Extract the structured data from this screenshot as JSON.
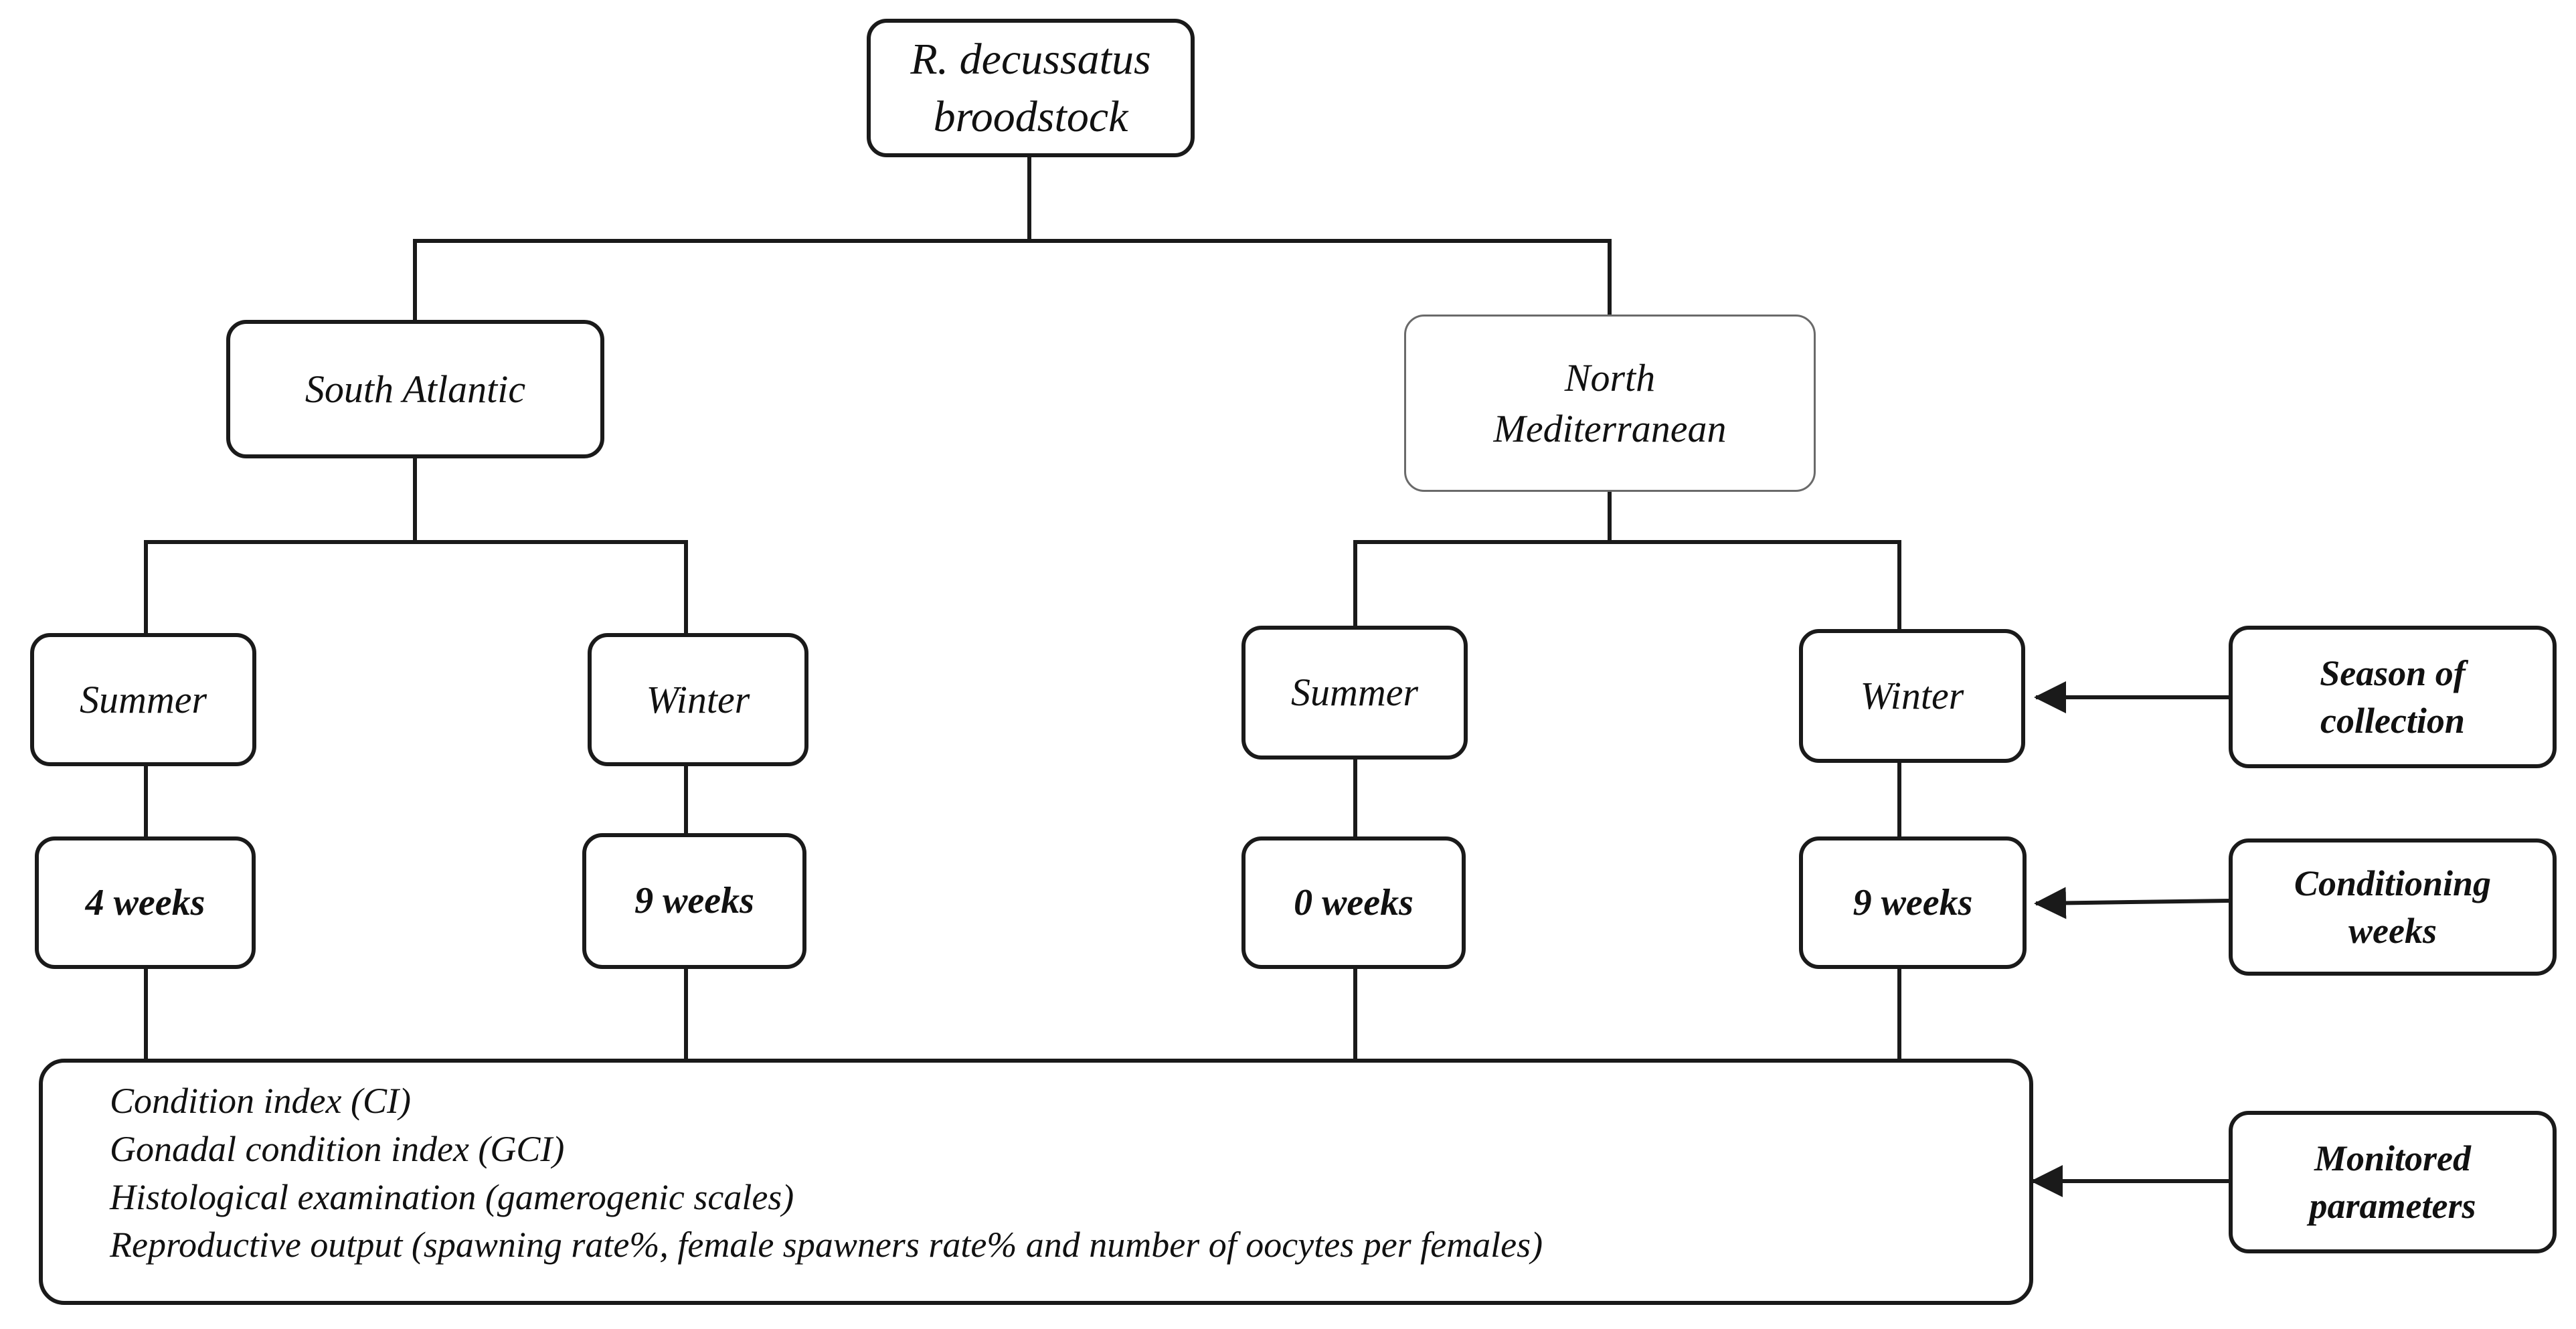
{
  "diagram": {
    "root": "R. decussatus\nbroodstock",
    "regions": [
      {
        "label": "South Atlantic",
        "seasons": [
          {
            "label": "Summer",
            "conditioning": "4 weeks"
          },
          {
            "label": "Winter",
            "conditioning": "9 weeks"
          }
        ]
      },
      {
        "label": "North\nMediterranean",
        "seasons": [
          {
            "label": "Summer",
            "conditioning": "0 weeks"
          },
          {
            "label": "Winter",
            "conditioning": "9 weeks"
          }
        ]
      }
    ],
    "monitored_parameters": [
      "Condition index (CI)",
      "Gonadal condition index (GCI)",
      "Histological examination (gamerogenic scales)",
      "Reproductive output (spawning rate%, female spawners rate% and number of oocytes per females)"
    ],
    "legend": {
      "season": "Season of\ncollection",
      "conditioning": "Conditioning\nweeks",
      "monitored": "Monitored\nparameters"
    }
  }
}
